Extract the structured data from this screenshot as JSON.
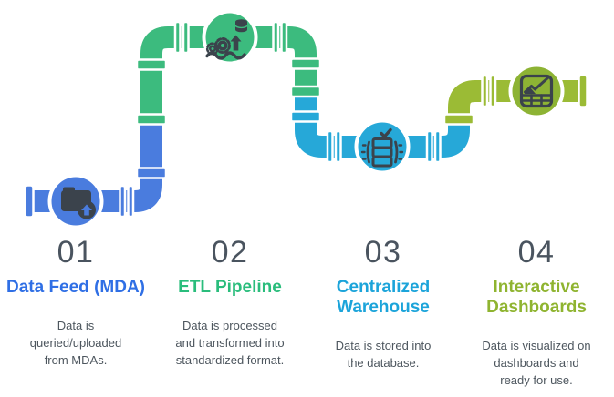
{
  "pipeline": {
    "colors": {
      "blue": "#4a7cde",
      "green": "#3cbb7e",
      "cyan": "#26a8d8",
      "lime": "#9bbb35",
      "lime_node": "#8db334",
      "icon": "#3b434c",
      "outline": "#ffffff"
    },
    "icons": [
      {
        "name": "folder-upload-icon"
      },
      {
        "name": "etl-transform-icon"
      },
      {
        "name": "database-check-icon"
      },
      {
        "name": "dashboard-chart-icon"
      }
    ]
  },
  "text_colors": {
    "number": "#4a545f",
    "description": "#4d565e"
  },
  "steps": [
    {
      "number": "01",
      "title": "Data Feed (MDA)",
      "accent": "#2f6fe5",
      "description": "Data is\nqueried/uploaded\nfrom MDAs."
    },
    {
      "number": "02",
      "title": "ETL Pipeline",
      "accent": "#2abd7c",
      "description": "Data is processed\nand transformed into\nstandardized format."
    },
    {
      "number": "03",
      "title": "Centralized\nWarehouse",
      "accent": "#1ca4da",
      "description": "Data is stored into\nthe database."
    },
    {
      "number": "04",
      "title": "Interactive\nDashboards",
      "accent": "#8fb430",
      "description": "Data is visualized on\ndashboards and\nready for use."
    }
  ]
}
